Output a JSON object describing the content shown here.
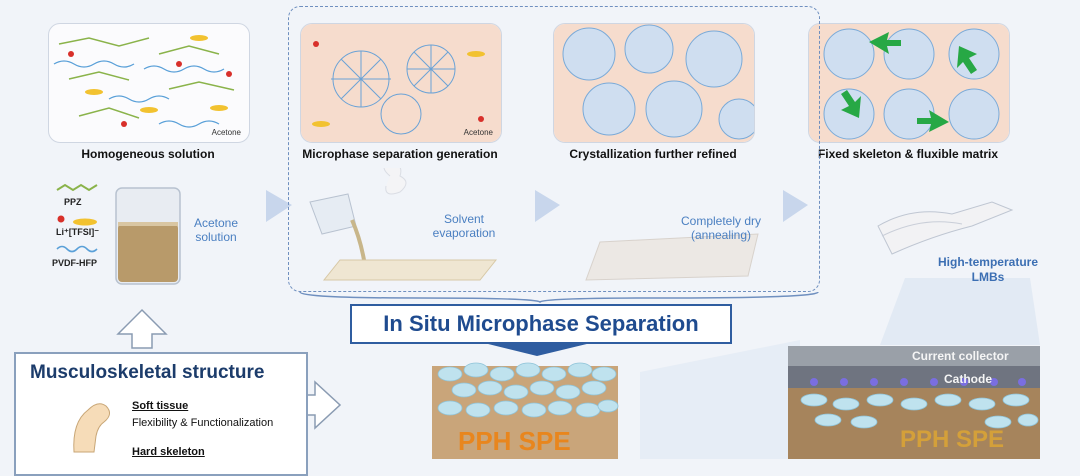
{
  "panels": [
    {
      "caption": "Homogeneous solution",
      "tag": "Acetone"
    },
    {
      "caption": "Microphase separation generation",
      "tag": "Acetone"
    },
    {
      "caption": "Crystallization further refined",
      "tag": ""
    },
    {
      "caption": "Fixed skeleton & fluxible matrix",
      "tag": ""
    }
  ],
  "legend": {
    "ppz": "PPZ",
    "li": "Li⁺[TFSI]⁻",
    "pvdf": "PVDF-HFP"
  },
  "steps": {
    "acetone_l1": "Acetone",
    "acetone_l2": "solution",
    "solvent_l1": "Solvent",
    "solvent_l2": "evaporation",
    "dry_l1": "Completely dry",
    "dry_l2": "(annealing)"
  },
  "title": "In Situ Microphase Separation",
  "musculoskeletal": {
    "title": "Musculoskeletal structure",
    "soft": "Soft tissue",
    "soft_desc": "Flexibility & Functionalization",
    "hard": "Hard skeleton"
  },
  "pph_spe": "PPH SPE",
  "battery": {
    "current_collector": "Current collector",
    "cathode": "Cathode",
    "spe": "PPH SPE"
  },
  "lmb_l1": "High-temperature",
  "lmb_l2": "LMBs",
  "colors": {
    "accent": "#2f5da0",
    "step_text": "#4a7fc1",
    "pph": "#e8861e",
    "arrow": "#c8d6ec",
    "cross_arrow": "#27a845"
  }
}
